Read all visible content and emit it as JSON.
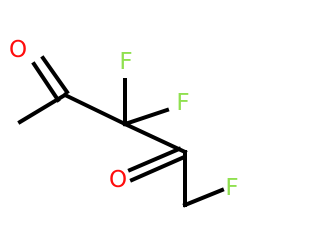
{
  "molecule": {
    "atoms": {
      "o_top": {
        "symbol": "O",
        "color": "#ff0d0d"
      },
      "f_top": {
        "symbol": "F",
        "color": "#90e050"
      },
      "f_mid": {
        "symbol": "F",
        "color": "#90e050"
      },
      "o_bottom": {
        "symbol": "O",
        "color": "#ff0d0d"
      },
      "f_right": {
        "symbol": "F",
        "color": "#90e050"
      }
    },
    "bond_color": "#000000"
  }
}
